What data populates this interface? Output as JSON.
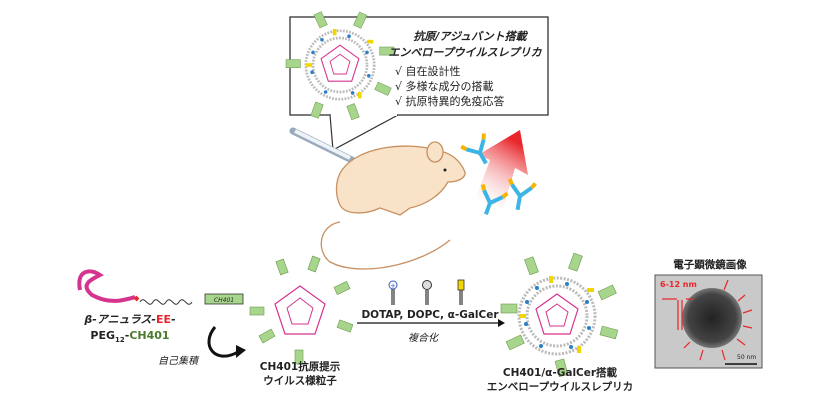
{
  "callout": {
    "title_line1": "抗原/アジュバント搭載",
    "title_line2": "エンベロープウイルスレプリカ",
    "features": [
      "√ 自在設計性",
      "√ 多様な成分の搭載",
      "√ 抗原特異的免疫応答"
    ]
  },
  "peptide": {
    "label_line1_prefix": "β-アニュラス-",
    "label_line1_ee": "EE",
    "label_line1_suffix": "-",
    "label_line2_peg": "PEG",
    "label_line2_sub": "12",
    "label_line2_dash": "-",
    "label_line2_ch": "CH401",
    "tag": "CH401"
  },
  "self_assembly": "自己集積",
  "particle1": {
    "line1": "CH401抗原提示",
    "line2": "ウイルス様粒子"
  },
  "reagents": {
    "label": "DOTAP, DOPC, α-GalCer",
    "step": "複合化"
  },
  "particle2": {
    "line1": "CH401/α-GalCer搭載",
    "line2": "エンベロープウイルスレプリカ"
  },
  "em": {
    "title": "電子顕微鏡画像",
    "size_label": "6-12 nm",
    "scale_label": "50 nm"
  },
  "colors": {
    "pink": "#d6338f",
    "green_rect": "#a8d58c",
    "red": "#e8262b",
    "mouse": "#f8e2c8",
    "antibody_blue": "#3cb4e6",
    "antibody_yellow": "#f5b400"
  }
}
